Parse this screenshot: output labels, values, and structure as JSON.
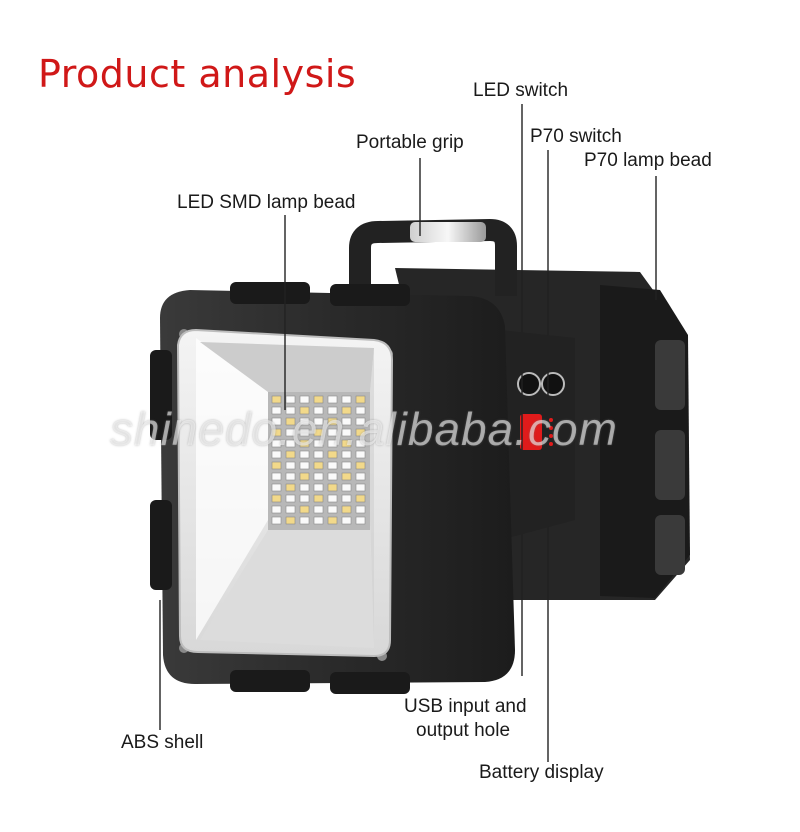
{
  "title": "Product analysis",
  "watermark": "shinedo.en.alibaba.com",
  "labels": {
    "led_switch": "LED switch",
    "portable_grip": "Portable grip",
    "p70_switch": "P70 switch",
    "p70_lamp_bead": "P70 lamp bead",
    "led_smd_lamp_bead": "LED SMD lamp bead",
    "abs_shell": "ABS shell",
    "usb_line1": "USB input and",
    "usb_line2": "output hole",
    "battery_display": "Battery display"
  },
  "colors": {
    "title": "#d01818",
    "body": "#2b2b2b",
    "body_dark": "#161616",
    "led_panel": "#e9e9e9",
    "indicator_red": "#e01b1b"
  }
}
